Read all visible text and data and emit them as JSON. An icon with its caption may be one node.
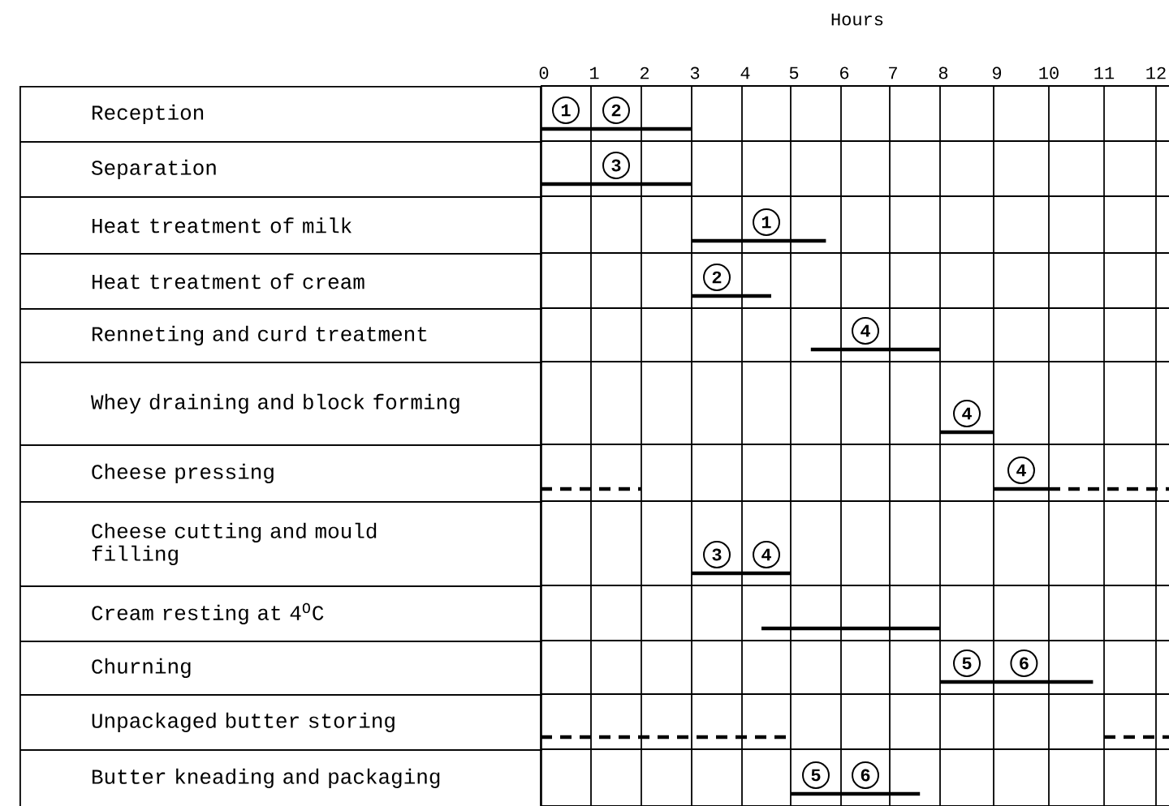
{
  "diagram": {
    "nodes": [
      {
        "text": [
          "Reception"
        ]
      },
      {
        "text": [
          "Separation"
        ]
      },
      {
        "text": [
          "Heat treatment of milk"
        ]
      },
      {
        "text": [
          "Heat treatment of cream"
        ]
      },
      {
        "text": [
          "Renneting and curd treatment"
        ]
      },
      {
        "text": [
          "Whey draining and block forming"
        ]
      },
      {
        "text": [
          "Cheese pressing"
        ]
      },
      {
        "text": [
          "Cheese cutting and mould filling"
        ]
      },
      {
        "text": [
          "Cream resting at 4$^{O}$C"
        ]
      },
      {
        "text": [
          "Churning"
        ]
      },
      {
        "text": [
          "Unpackaged butter storing"
        ]
      },
      {
        "text": [
          "Butter kneading and packaging"
        ]
      }
    ],
    "labels": [
      "Hours",
      "0",
      "1",
      "2",
      "3",
      "4",
      "5",
      "6",
      "7",
      "8",
      "9",
      "10",
      "11",
      "12",
      "1",
      "2",
      "3",
      "1",
      "2",
      "4",
      "4",
      "4",
      "3",
      "4",
      "5",
      "6",
      "5",
      "6"
    ]
  }
}
